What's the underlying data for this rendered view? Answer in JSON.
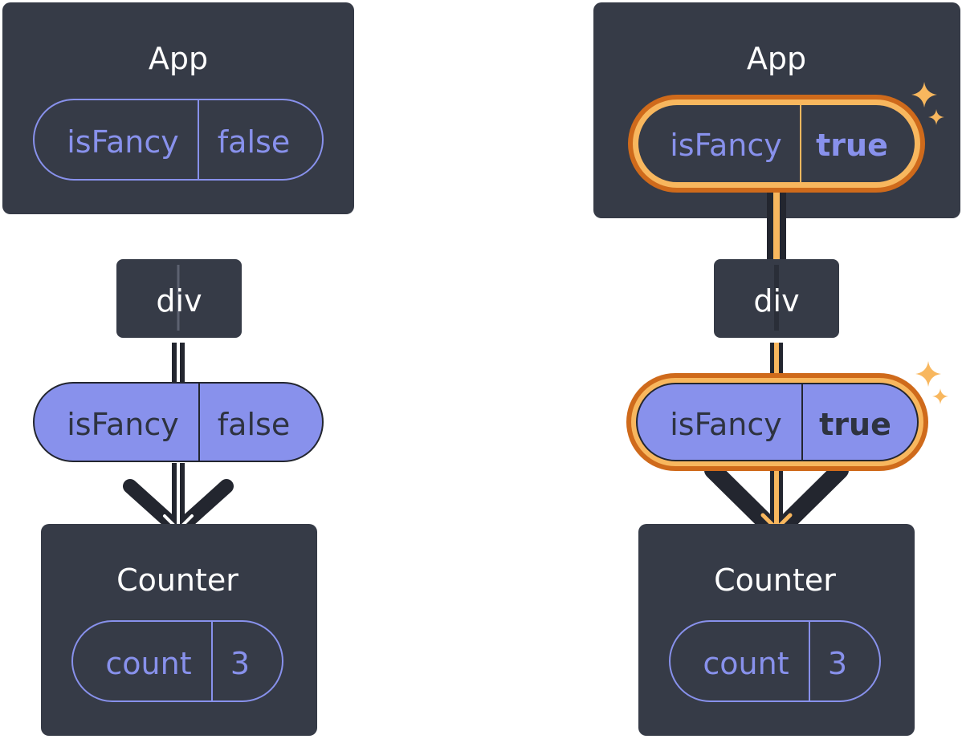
{
  "colors": {
    "box": "#363b47",
    "purple": "#8891ec",
    "purple_fill": "#8891ec",
    "orange_outer": "#cf6a1b",
    "orange_inner": "#f8b75e",
    "white": "#ffffff",
    "dark_text": "#2e3340",
    "sparkle": "#f8b75e"
  },
  "left": {
    "app": {
      "title": "App",
      "state_key": "isFancy",
      "state_value": "false"
    },
    "div": {
      "title": "div"
    },
    "prop": {
      "key": "isFancy",
      "value": "false"
    },
    "counter": {
      "title": "Counter",
      "state_key": "count",
      "state_value": "3"
    }
  },
  "right": {
    "app": {
      "title": "App",
      "state_key": "isFancy",
      "state_value": "true"
    },
    "div": {
      "title": "div"
    },
    "prop": {
      "key": "isFancy",
      "value": "true"
    },
    "counter": {
      "title": "Counter",
      "state_key": "count",
      "state_value": "3"
    }
  }
}
